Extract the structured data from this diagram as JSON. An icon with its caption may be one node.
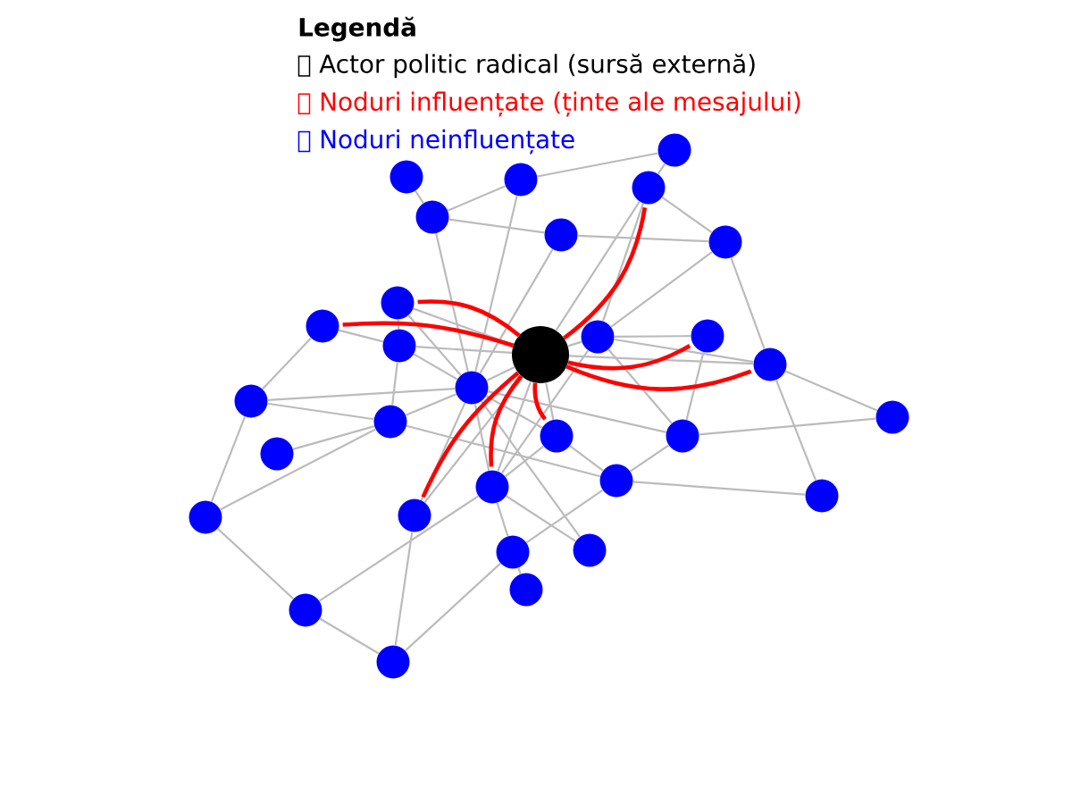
{
  "diagram": {
    "nodes": [
      {
        "text": [],
        "shape": "circle"
      },
      {
        "text": [],
        "shape": "circle"
      },
      {
        "text": [],
        "shape": "circle"
      },
      {
        "text": [],
        "shape": "circle"
      },
      {
        "text": [],
        "shape": "circle"
      },
      {
        "text": [],
        "shape": "circle"
      },
      {
        "text": [],
        "shape": "circle"
      },
      {
        "text": [],
        "shape": "circle"
      },
      {
        "text": [],
        "shape": "circle"
      },
      {
        "text": [],
        "shape": "circle"
      },
      {
        "text": [],
        "shape": "circle"
      },
      {
        "text": [],
        "shape": "circle"
      },
      {
        "text": [],
        "shape": "circle"
      },
      {
        "text": [],
        "shape": "circle"
      },
      {
        "text": [],
        "shape": "circle"
      },
      {
        "text": [],
        "shape": "circle"
      },
      {
        "text": [],
        "shape": "circle"
      },
      {
        "text": [],
        "shape": "circle"
      },
      {
        "text": [],
        "shape": "circle"
      },
      {
        "text": [],
        "shape": "circle"
      },
      {
        "text": [],
        "shape": "circle"
      },
      {
        "text": [],
        "shape": "circle"
      },
      {
        "text": [],
        "shape": "circle"
      },
      {
        "text": [],
        "shape": "circle"
      },
      {
        "text": [],
        "shape": "circle"
      },
      {
        "text": [],
        "shape": "circle"
      },
      {
        "text": [],
        "shape": "circle"
      },
      {
        "text": [],
        "shape": "circle"
      },
      {
        "text": [],
        "shape": "circle"
      },
      {
        "text": [],
        "shape": "circle"
      },
      {
        "text": [],
        "shape": "circle"
      }
    ],
    "edges": [
      {
        "from": 2,
        "to": 3,
        "arrow": "none"
      },
      {
        "from": 3,
        "to": 4,
        "arrow": "none"
      },
      {
        "from": 4,
        "to": 11,
        "arrow": "none"
      },
      {
        "from": 4,
        "to": 7,
        "arrow": "none"
      },
      {
        "from": 2,
        "to": 5,
        "arrow": "none"
      },
      {
        "from": 5,
        "to": 6,
        "arrow": "none"
      },
      {
        "from": 6,
        "to": 7,
        "arrow": "none"
      },
      {
        "from": 1,
        "to": 5,
        "arrow": "none"
      },
      {
        "from": 5,
        "to": 15,
        "arrow": "none"
      },
      {
        "from": 15,
        "to": 22,
        "arrow": "none"
      },
      {
        "from": 22,
        "to": 26,
        "arrow": "none"
      },
      {
        "from": 26,
        "to": 28,
        "arrow": "none"
      },
      {
        "from": 2,
        "to": 15,
        "arrow": "none"
      },
      {
        "from": 6,
        "to": 15,
        "arrow": "none"
      },
      {
        "from": 7,
        "to": 11,
        "arrow": "none"
      },
      {
        "from": 7,
        "to": 13,
        "arrow": "none"
      },
      {
        "from": 9,
        "to": 14,
        "arrow": "none"
      },
      {
        "from": 9,
        "to": 10,
        "arrow": "none"
      },
      {
        "from": 10,
        "to": 15,
        "arrow": "none"
      },
      {
        "from": 0,
        "to": 10,
        "arrow": "none"
      },
      {
        "from": 8,
        "to": 10,
        "arrow": "none"
      },
      {
        "from": 10,
        "to": 16,
        "arrow": "none"
      },
      {
        "from": 8,
        "to": 15,
        "arrow": "none"
      },
      {
        "from": 0,
        "to": 8,
        "arrow": "none"
      },
      {
        "from": 0,
        "to": 11,
        "arrow": "none"
      },
      {
        "from": 0,
        "to": 4,
        "arrow": "none"
      },
      {
        "from": 0,
        "to": 25,
        "arrow": "none"
      },
      {
        "from": 0,
        "to": 13,
        "arrow": "none"
      },
      {
        "from": 0,
        "to": 17,
        "arrow": "none"
      },
      {
        "from": 0,
        "to": 22,
        "arrow": "none"
      },
      {
        "from": 0,
        "to": 15,
        "arrow": "none"
      },
      {
        "from": 14,
        "to": 24,
        "arrow": "none"
      },
      {
        "from": 14,
        "to": 15,
        "arrow": "none"
      },
      {
        "from": 14,
        "to": 16,
        "arrow": "none"
      },
      {
        "from": 15,
        "to": 16,
        "arrow": "none"
      },
      {
        "from": 16,
        "to": 20,
        "arrow": "none"
      },
      {
        "from": 16,
        "to": 24,
        "arrow": "none"
      },
      {
        "from": 16,
        "to": 21,
        "arrow": "none"
      },
      {
        "from": 15,
        "to": 18,
        "arrow": "none"
      },
      {
        "from": 15,
        "to": 17,
        "arrow": "none"
      },
      {
        "from": 15,
        "to": 27,
        "arrow": "none"
      },
      {
        "from": 15,
        "to": 25,
        "arrow": "none"
      },
      {
        "from": 17,
        "to": 21,
        "arrow": "none"
      },
      {
        "from": 17,
        "to": 22,
        "arrow": "none"
      },
      {
        "from": 18,
        "to": 19,
        "arrow": "none"
      },
      {
        "from": 18,
        "to": 21,
        "arrow": "none"
      },
      {
        "from": 12,
        "to": 18,
        "arrow": "none"
      },
      {
        "from": 11,
        "to": 18,
        "arrow": "none"
      },
      {
        "from": 13,
        "to": 19,
        "arrow": "none"
      },
      {
        "from": 13,
        "to": 23,
        "arrow": "none"
      },
      {
        "from": 21,
        "to": 23,
        "arrow": "none"
      },
      {
        "from": 21,
        "to": 26,
        "arrow": "none"
      },
      {
        "from": 22,
        "to": 29,
        "arrow": "none"
      },
      {
        "from": 22,
        "to": 27,
        "arrow": "none"
      },
      {
        "from": 11,
        "to": 22,
        "arrow": "none"
      },
      {
        "from": 25,
        "to": 30,
        "arrow": "none"
      },
      {
        "from": 26,
        "to": 30,
        "arrow": "none"
      },
      {
        "from": 24,
        "to": 29,
        "arrow": "none"
      },
      {
        "from": 29,
        "to": 30,
        "arrow": "none"
      },
      {
        "from": 11,
        "to": 12,
        "arrow": "none"
      },
      {
        "from": 11,
        "to": 13,
        "arrow": "none"
      },
      {
        "from": 0,
        "to": 4,
        "arrow": "none",
        "style": "thick",
        "color": "#ff0000"
      },
      {
        "from": 0,
        "to": 8,
        "arrow": "none",
        "style": "thick",
        "color": "#ff0000"
      },
      {
        "from": 0,
        "to": 9,
        "arrow": "none",
        "style": "thick",
        "color": "#ff0000"
      },
      {
        "from": 0,
        "to": 12,
        "arrow": "none",
        "style": "thick",
        "color": "#ff0000"
      },
      {
        "from": 0,
        "to": 13,
        "arrow": "none",
        "style": "thick",
        "color": "#ff0000"
      },
      {
        "from": 0,
        "to": 17,
        "arrow": "none",
        "style": "thick",
        "color": "#ff0000"
      },
      {
        "from": 0,
        "to": 22,
        "arrow": "none",
        "style": "thick",
        "color": "#ff0000"
      },
      {
        "from": 0,
        "to": 25,
        "arrow": "none",
        "style": "thick",
        "color": "#ff0000"
      }
    ],
    "labels": [
      "Legendă"
    ],
    "legend": [
      {
        "text": "Actor politic radical (sursă externă)",
        "color": "#000000"
      },
      {
        "text": "Noduri influențate (ținte ale mesajului)",
        "color": "#ff0000"
      },
      {
        "text": "Noduri neinfluențate",
        "color": "#0000ff"
      }
    ]
  }
}
